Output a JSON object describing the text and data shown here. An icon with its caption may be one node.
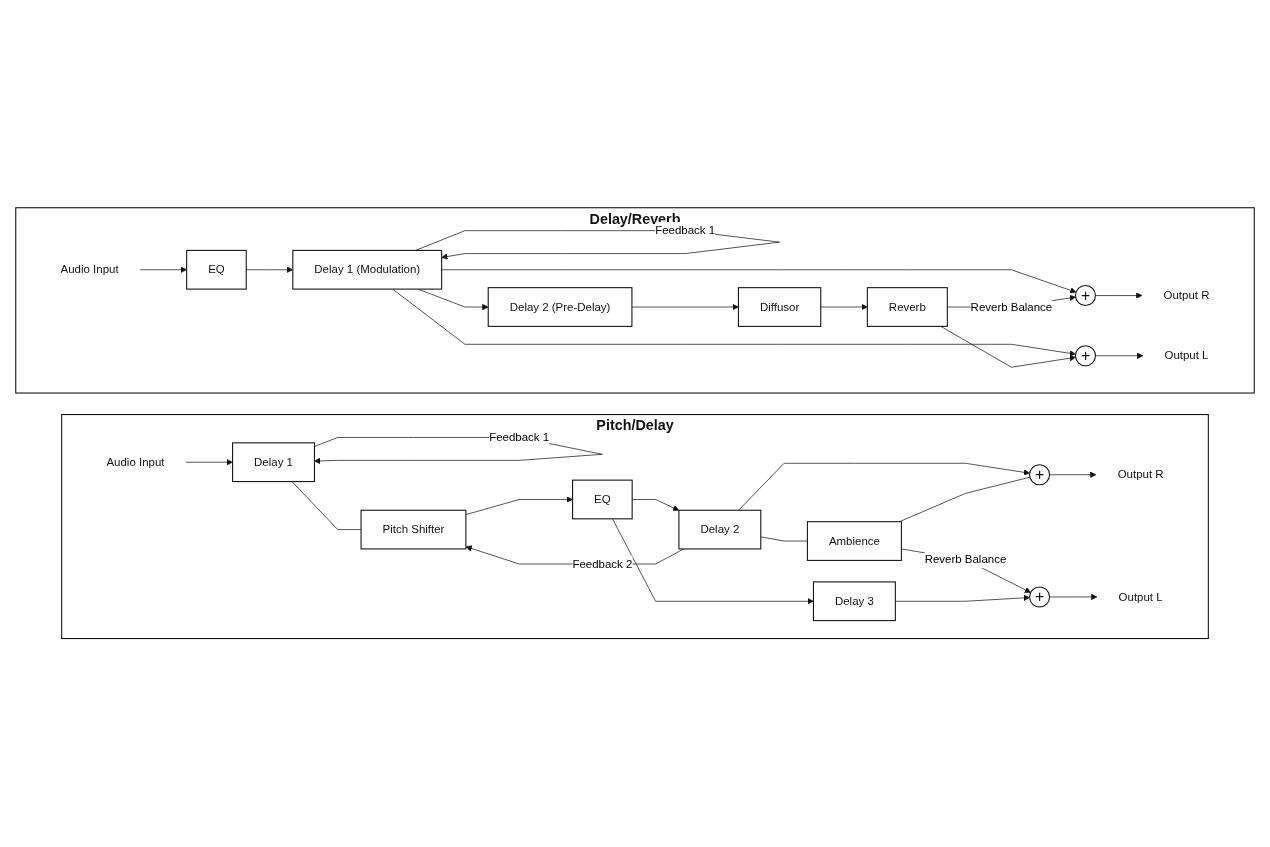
{
  "diagram": {
    "nodes": [
      {
        "text": [
          "Pitch/Delay"
        ]
      },
      {
        "text": [
          "Audio Input"
        ],
        "in": 0
      },
      {
        "text": [
          "Delay 1"
        ],
        "in": 0
      },
      {
        "text": [
          "Pitch Shifter"
        ],
        "in": 0
      },
      {
        "text": [
          "EQ"
        ],
        "in": 0
      },
      {
        "text": [
          "Delay 2"
        ],
        "in": 0
      },
      {
        "text": [
          "Ambience"
        ],
        "in": 0
      },
      {
        "text": [
          "+"
        ],
        "in": 0
      },
      {
        "text": [
          "Output R"
        ],
        "in": 0
      },
      {
        "text": [
          "Delay 3"
        ],
        "in": 0
      },
      {
        "text": [
          "+"
        ],
        "in": 0
      },
      {
        "text": [
          "Output L"
        ],
        "in": 0
      },
      {
        "text": [
          "Delay/Reverb"
        ]
      },
      {
        "text": [
          "Audio Input"
        ],
        "in": 12
      },
      {
        "text": [
          "EQ"
        ],
        "in": 12
      },
      {
        "text": [
          "Delay 1 (Modulation)"
        ],
        "in": 12
      },
      {
        "text": [
          "Delay 2 (Pre-Delay)"
        ],
        "in": 12
      },
      {
        "text": [
          "Diffusor"
        ],
        "in": 12
      },
      {
        "text": [
          "Reverb"
        ],
        "in": 12
      },
      {
        "text": [
          "+"
        ],
        "in": 12
      },
      {
        "text": [
          "Output R"
        ],
        "in": 12
      },
      {
        "text": [
          "+"
        ],
        "in": 12
      },
      {
        "text": [
          "Output L"
        ],
        "in": 12
      }
    ],
    "edges": [
      {
        "from": 1,
        "to": 2,
        "arrow": "to"
      },
      {
        "from": 2,
        "to": 2,
        "arrow": "to",
        "label": "Feedback 1"
      },
      {
        "from": 2,
        "to": 3,
        "arrow": "none"
      },
      {
        "from": 3,
        "to": 4,
        "arrow": "to"
      },
      {
        "from": 4,
        "to": 5,
        "arrow": "to"
      },
      {
        "from": 4,
        "to": 9,
        "arrow": "to"
      },
      {
        "from": 5,
        "to": 6,
        "arrow": "none"
      },
      {
        "from": 5,
        "to": 3,
        "arrow": "to",
        "label": "Feedback 2"
      },
      {
        "from": 5,
        "to": 7,
        "arrow": "to"
      },
      {
        "from": 6,
        "to": 7,
        "arrow": "none"
      },
      {
        "from": 6,
        "to": 10,
        "arrow": "to",
        "label": "Reverb Balance"
      },
      {
        "from": 9,
        "to": 10,
        "arrow": "to"
      },
      {
        "from": 7,
        "to": 8,
        "arrow": "to"
      },
      {
        "from": 10,
        "to": 11,
        "arrow": "to"
      },
      {
        "from": 13,
        "to": 14,
        "arrow": "to"
      },
      {
        "from": 14,
        "to": 15,
        "arrow": "to"
      },
      {
        "from": 15,
        "to": 15,
        "arrow": "to",
        "label": "Feedback 1"
      },
      {
        "from": 15,
        "to": 16,
        "arrow": "to"
      },
      {
        "from": 15,
        "to": 19,
        "arrow": "to"
      },
      {
        "from": 15,
        "to": 21,
        "arrow": "to"
      },
      {
        "from": 16,
        "to": 17,
        "arrow": "to"
      },
      {
        "from": 17,
        "to": 18,
        "arrow": "to"
      },
      {
        "from": 18,
        "to": 19,
        "arrow": "to",
        "label": "Reverb Balance"
      },
      {
        "from": 18,
        "to": 21,
        "arrow": "to"
      },
      {
        "from": 19,
        "to": 20,
        "arrow": "to"
      },
      {
        "from": 21,
        "to": 22,
        "arrow": "to"
      }
    ]
  }
}
